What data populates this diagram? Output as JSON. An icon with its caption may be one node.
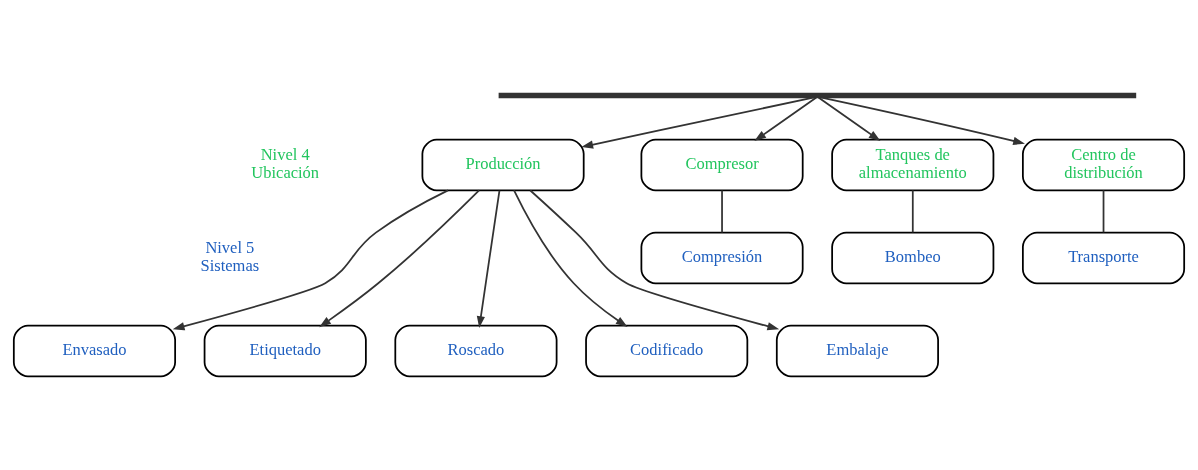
{
  "diagram": {
    "nodes": [
      {
        "text": [],
        "shape": "bar"
      },
      {
        "text": [
          "Producción"
        ]
      },
      {
        "text": [
          "Compresor"
        ]
      },
      {
        "text": [
          "Tanques de almacenamiento"
        ]
      },
      {
        "text": [
          "Centro de distribución"
        ]
      },
      {
        "text": [
          "Compresión"
        ]
      },
      {
        "text": [
          "Bombeo"
        ]
      },
      {
        "text": [
          "Transporte"
        ]
      },
      {
        "text": [
          "Envasado"
        ]
      },
      {
        "text": [
          "Etiquetado"
        ]
      },
      {
        "text": [
          "Roscado"
        ]
      },
      {
        "text": [
          "Codificado"
        ]
      },
      {
        "text": [
          "Embalaje"
        ]
      }
    ],
    "edges": [
      {
        "from": 0,
        "to": 1,
        "arrow": "to"
      },
      {
        "from": 0,
        "to": 2,
        "arrow": "to"
      },
      {
        "from": 0,
        "to": 3,
        "arrow": "to"
      },
      {
        "from": 0,
        "to": 4,
        "arrow": "to"
      },
      {
        "from": 2,
        "to": 5,
        "arrow": "none"
      },
      {
        "from": 3,
        "to": 6,
        "arrow": "none"
      },
      {
        "from": 4,
        "to": 7,
        "arrow": "none"
      },
      {
        "from": 1,
        "to": 8,
        "arrow": "to"
      },
      {
        "from": 1,
        "to": 9,
        "arrow": "to"
      },
      {
        "from": 1,
        "to": 10,
        "arrow": "to"
      },
      {
        "from": 1,
        "to": 11,
        "arrow": "to"
      },
      {
        "from": 1,
        "to": 12,
        "arrow": "to"
      }
    ],
    "labels": [
      "Nivel 4 Ubicación",
      "Nivel 5 Sistemas"
    ]
  }
}
